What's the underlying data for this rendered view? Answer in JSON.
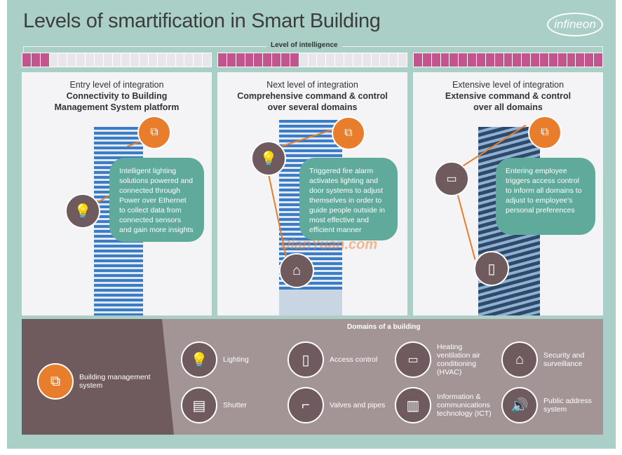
{
  "title": "Levels of smartification in Smart Building",
  "logo": "infineon",
  "intelligence": {
    "label": "Level of intelligence",
    "cells_per_level": 21,
    "filled": [
      3,
      9,
      21
    ],
    "color_on": "#c3558e"
  },
  "panels": [
    {
      "heading": "Entry level of integration",
      "subheading": "Connectivity to Building Management System platform",
      "bubble": "Intelligent lighting solutions powered and connected through Power over Ethernet to collect data from connected sensors and gain more insights"
    },
    {
      "heading": "Next level of integration",
      "subheading": "Comprehensive command & control over several domains",
      "bubble": "Triggered fire alarm activates lighting and door systems to adjust themselves in order to guide people outside in most effective and efficient manner"
    },
    {
      "heading": "Extensive level of integration",
      "subheading": "Extensive command & control over all domains",
      "bubble": "Entering employee triggers access control to inform all domains to adjust to employee's personal preferences"
    }
  ],
  "bms": {
    "label": "Building management system"
  },
  "domains": {
    "title": "Domains of a building",
    "items": [
      {
        "label": "Lighting",
        "icon": "lightbulb-icon"
      },
      {
        "label": "Access control",
        "icon": "door-touch-icon"
      },
      {
        "label": "Heating ventilation air conditioning (HVAC)",
        "icon": "air-conditioner-icon"
      },
      {
        "label": "Security and surveillance",
        "icon": "house-lock-icon"
      },
      {
        "label": "Shutter",
        "icon": "shutter-icon"
      },
      {
        "label": "Valves and pipes",
        "icon": "pipe-icon"
      },
      {
        "label": "Information & communications technology (ICT)",
        "icon": "server-rack-icon"
      },
      {
        "label": "Public address system",
        "icon": "speaker-icon"
      }
    ]
  },
  "watermark": "DianYuan.com"
}
